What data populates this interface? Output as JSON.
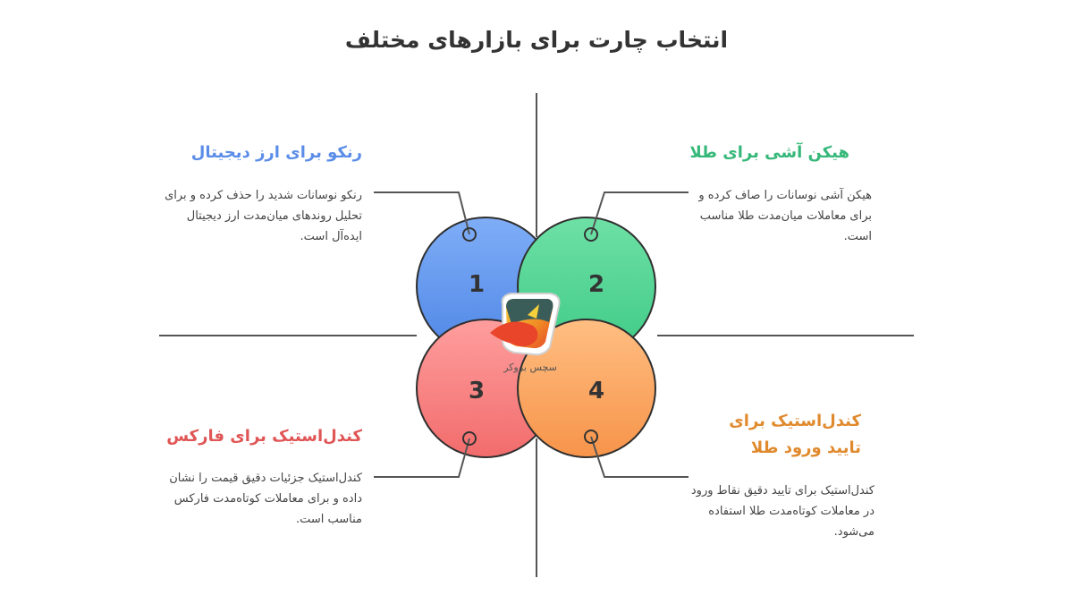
{
  "title": "انتخاب چارت برای بازارهای مختلف",
  "colors": {
    "crypto_blue": "#5B8DE8",
    "gold_green": "#36B87A",
    "forex_red": "#E05555",
    "candle_orange": "#E08A2E",
    "line": "#555555",
    "text": "#444444"
  },
  "quadrants": [
    {
      "number": "1",
      "heading": "رنکو برای ارز دیجیتال",
      "description": "رنکو نوسانات شدید را حذف کرده و برای تحلیل روندهای میان‌مدت ارز دیجیتال ایده‌آل است."
    },
    {
      "number": "2",
      "heading": "هیکن آشی برای طلا",
      "description": "هیکن آشی نوسانات را صاف کرده و برای معاملات میان‌مدت طلا مناسب است."
    },
    {
      "number": "3",
      "heading": "کندل‌استیک برای فارکس",
      "description": "کندل‌استیک جزئیات دقیق قیمت را نشان داده و برای معاملات کوتاه‌مدت فارکس مناسب است."
    },
    {
      "number": "4",
      "heading": "کندل‌استیک برای تایید ورود طلا",
      "description": "کندل‌استیک برای تایید دقیق نقاط ورود در معاملات کوتاه‌مدت طلا استفاده می‌شود."
    }
  ],
  "watermark": {
    "text": "سچس بروکر",
    "icon": "bull-logo-icon"
  }
}
